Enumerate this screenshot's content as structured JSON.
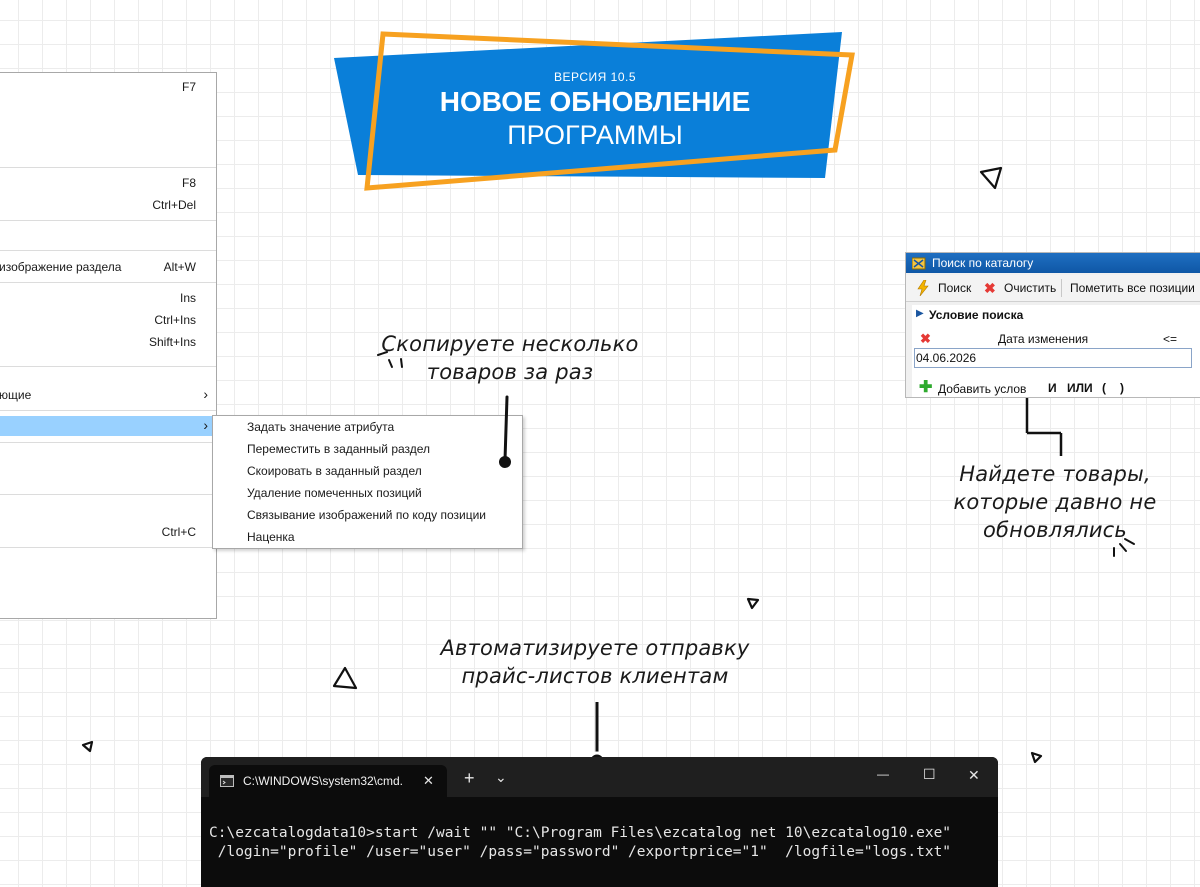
{
  "banner": {
    "version": "ВЕРСИЯ 10.5",
    "title_line1": "НОВОЕ ОБНОВЛЕНИЕ",
    "title_line2": "ПРОГРАММЫ",
    "blue": "#0a7fd9",
    "orange": "#f7a120"
  },
  "context_menu": {
    "items": [
      {
        "label": "",
        "shortcut": "F7"
      },
      {
        "label": "",
        "shortcut": "F8"
      },
      {
        "label": "",
        "shortcut": "Ctrl+Del"
      },
      {
        "label": "изображение раздела",
        "shortcut": "Alt+W"
      },
      {
        "label": "",
        "shortcut": "Ins"
      },
      {
        "label": "",
        "shortcut": "Ctrl+Ins"
      },
      {
        "label": "",
        "shortcut": "Shift+Ins"
      },
      {
        "label": "ющие",
        "shortcut": "›"
      },
      {
        "label": "",
        "shortcut": "›"
      },
      {
        "label": "",
        "shortcut": "Ctrl+C"
      }
    ],
    "highlight": "#99d1ff"
  },
  "submenu": {
    "items": [
      "Задать значение атрибута",
      "Переместить в заданный раздел",
      "Скоировать в заданный раздел",
      "Удаление помеченных позиций",
      "Связывание изображений по коду позиции",
      "Наценка"
    ]
  },
  "callouts": {
    "copy": [
      "Скопируете несколько",
      "товаров за раз"
    ],
    "find": [
      "Найдете товары,",
      "которые давно не",
      "обновлялись"
    ],
    "automate": [
      "Автоматизируете отправку",
      "прайс-листов клиентам"
    ]
  },
  "search_panel": {
    "title": "Поиск по каталогу",
    "search_btn": "Поиск",
    "clear_btn": "Очистить",
    "mark_all_btn": "Пометить все позиции",
    "condition_header": "Условие поиска",
    "field_name": "Дата изменения",
    "operator": "<=",
    "date_value": "04.06.2026",
    "add_condition": "Добавить услов",
    "and_label": "И",
    "or_label": "ИЛИ",
    "open_paren": "(",
    "close_paren": ")"
  },
  "terminal": {
    "tab_title": "C:\\WINDOWS\\system32\\cmd.",
    "new_tab": "+",
    "dropdown": "⌄",
    "minimize": "—",
    "maximize": "☐",
    "close": "✕",
    "tab_close": "✕",
    "line1": "C:\\ezcatalogdata10>start /wait \"\" \"C:\\Program Files\\ezcatalog net 10\\ezcatalog10.exe\"",
    "line2": " /login=\"profile\" /user=\"user\" /pass=\"password\" /exportprice=\"1\"  /logfile=\"logs.txt\""
  }
}
